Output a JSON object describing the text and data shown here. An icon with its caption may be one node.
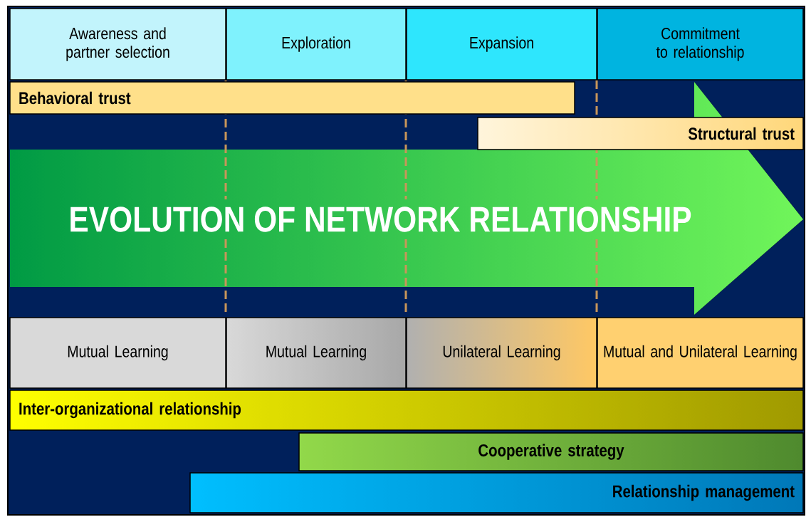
{
  "diagram": {
    "nodes": [
      {
        "text": [
          "Awareness and partner selection"
        ]
      },
      {
        "text": [
          "Exploration"
        ]
      },
      {
        "text": [
          "Expansion"
        ]
      },
      {
        "text": [
          "Commitment to relationship"
        ]
      },
      {
        "text": [
          "Behavioral trust"
        ]
      },
      {
        "text": [
          "Structural trust"
        ]
      },
      {
        "text": [
          "EVOLUTION OF NETWORK RELATIONSHIP"
        ]
      },
      {
        "text": [
          "Mutual Learning"
        ]
      },
      {
        "text": [
          "Mutual Learning"
        ]
      },
      {
        "text": [
          "Unilateral Learning"
        ]
      },
      {
        "text": [
          "Mutual and Unilateral Learning"
        ]
      },
      {
        "text": [
          "Inter-organizational relationship"
        ]
      },
      {
        "text": [
          "Cooperative strategy"
        ]
      },
      {
        "text": [
          "Relationship management"
        ]
      }
    ]
  }
}
